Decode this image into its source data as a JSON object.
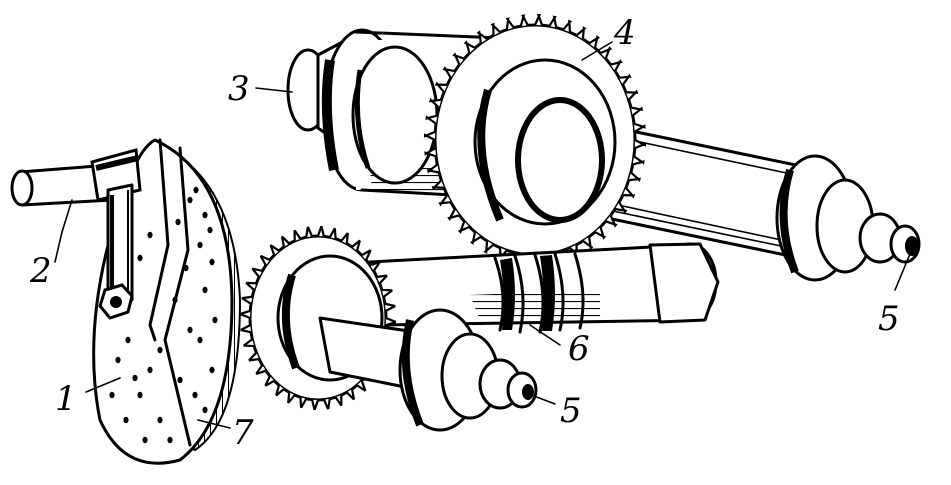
{
  "figure": {
    "labels": {
      "crank_disc": "1",
      "handle": "2",
      "end_support": "3",
      "upper_gear": "4",
      "shaft_end_upper": "5",
      "shaft_end_lower": "5",
      "worm": "6",
      "disc_rim": "7"
    }
  }
}
